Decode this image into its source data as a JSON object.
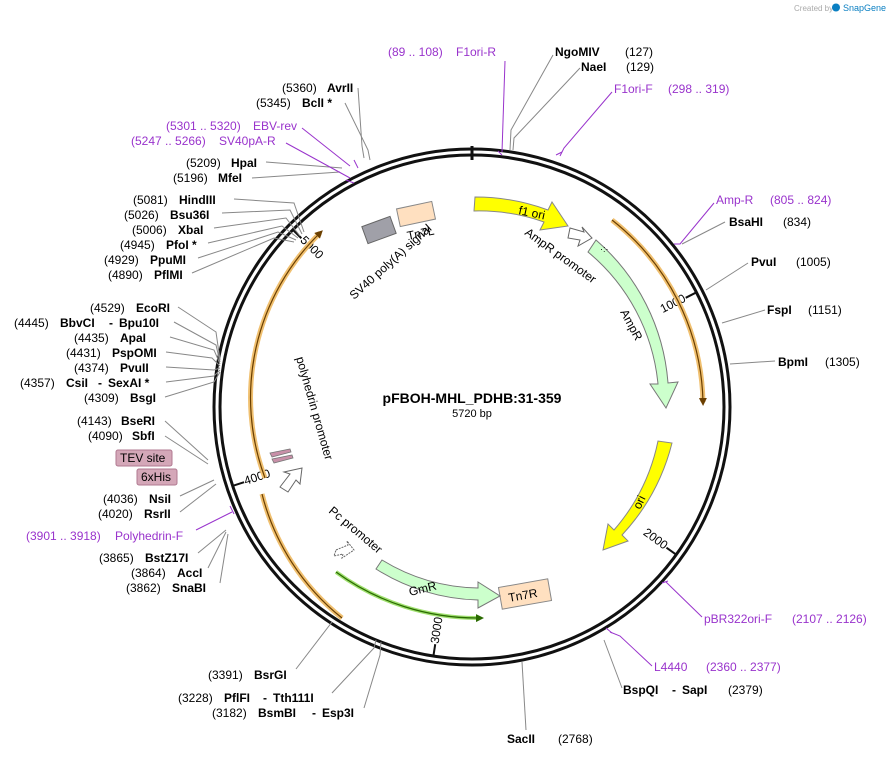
{
  "watermark": "Created by",
  "brand": "SnapGene",
  "plasmid": {
    "name": "pFBOH-MHL_PDHB:31-359",
    "length_bp": 5720,
    "length_label": "5720 bp"
  },
  "ticks": [
    {
      "pos": 1000,
      "label": "1000"
    },
    {
      "pos": 2000,
      "label": "2000"
    },
    {
      "pos": 3000,
      "label": "3000"
    },
    {
      "pos": 4000,
      "label": "4000"
    },
    {
      "pos": 5000,
      "label": "5000"
    }
  ],
  "features": [
    {
      "name": "f1 ori",
      "color": "#ffff00"
    },
    {
      "name": "AmpR promoter",
      "color": "#ffffff"
    },
    {
      "name": "AmpR",
      "color": "#ccffcc"
    },
    {
      "name": "ori",
      "color": "#ffff00"
    },
    {
      "name": "Tn7R",
      "color": "#ffe0c0"
    },
    {
      "name": "GmR",
      "color": "#ccffcc"
    },
    {
      "name": "Pc promoter",
      "color": "#ffffff"
    },
    {
      "name": "polyhedrin promoter",
      "color": "#ffffff"
    },
    {
      "name": "SV40 poly(A) signal",
      "color": "#a0a0a8"
    },
    {
      "name": "Tn7L",
      "color": "#ffe0c0"
    },
    {
      "name": "TEV site",
      "color": "#d4a7b8"
    },
    {
      "name": "6xHis",
      "color": "#d4a7b8"
    }
  ],
  "sites": [
    {
      "name": "NgoMIV",
      "pos": "(127)"
    },
    {
      "name": "NaeI",
      "pos": "(129)"
    },
    {
      "name": "BsaHI",
      "pos": "(834)"
    },
    {
      "name": "PvuI",
      "pos": "(1005)"
    },
    {
      "name": "FspI",
      "pos": "(1151)"
    },
    {
      "name": "BpmI",
      "pos": "(1305)"
    },
    {
      "name": "BspQI",
      "name2": "SapI",
      "pos": "(2379)"
    },
    {
      "name": "SacII",
      "pos": "(2768)"
    },
    {
      "name": "BsrGI",
      "pos": "(3391)"
    },
    {
      "name": "PflFI",
      "name2": "Tth111I",
      "pos": "(3228)"
    },
    {
      "name": "BsmBI",
      "name2": "Esp3I",
      "pos": "(3182)"
    },
    {
      "name": "BstZ17I",
      "pos": "(3865)"
    },
    {
      "name": "AccI",
      "pos": "(3864)"
    },
    {
      "name": "SnaBI",
      "pos": "(3862)"
    },
    {
      "name": "NsiI",
      "pos": "(4036)"
    },
    {
      "name": "RsrII",
      "pos": "(4020)"
    },
    {
      "name": "BseRI",
      "pos": "(4143)"
    },
    {
      "name": "SbfI",
      "pos": "(4090)"
    },
    {
      "name": "EcoRI",
      "pos": "(4529)"
    },
    {
      "name": "BbvCI",
      "name2": "Bpu10I",
      "pos": "(4445)"
    },
    {
      "name": "ApaI",
      "pos": "(4435)"
    },
    {
      "name": "PspOMI",
      "pos": "(4431)"
    },
    {
      "name": "PvuII",
      "pos": "(4374)"
    },
    {
      "name": "CsiI",
      "name2": "SexAI *",
      "pos": "(4357)"
    },
    {
      "name": "BsgI",
      "pos": "(4309)"
    },
    {
      "name": "HindIII",
      "pos": "(5081)"
    },
    {
      "name": "Bsu36I",
      "pos": "(5026)"
    },
    {
      "name": "XbaI",
      "pos": "(5006)"
    },
    {
      "name": "PfoI *",
      "pos": "(4945)"
    },
    {
      "name": "PpuMI",
      "pos": "(4929)"
    },
    {
      "name": "PflMI",
      "pos": "(4890)"
    },
    {
      "name": "HpaI",
      "pos": "(5209)"
    },
    {
      "name": "MfeI",
      "pos": "(5196)"
    },
    {
      "name": "AvrII",
      "pos": "(5360)"
    },
    {
      "name": "BclI *",
      "pos": "(5345)"
    }
  ],
  "primers": [
    {
      "name": "F1ori-R",
      "range": "(89 .. 108)"
    },
    {
      "name": "F1ori-F",
      "range": "(298 .. 319)"
    },
    {
      "name": "Amp-R",
      "range": "(805 .. 824)"
    },
    {
      "name": "pBR322ori-F",
      "range": "(2107 .. 2126)"
    },
    {
      "name": "L4440",
      "range": "(2360 .. 2377)"
    },
    {
      "name": "Polyhedrin-F",
      "range": "(3901 .. 3918)"
    },
    {
      "name": "EBV-rev",
      "range": "(5301 .. 5320)"
    },
    {
      "name": "SV40pA-R",
      "range": "(5247 .. 5266)"
    }
  ]
}
